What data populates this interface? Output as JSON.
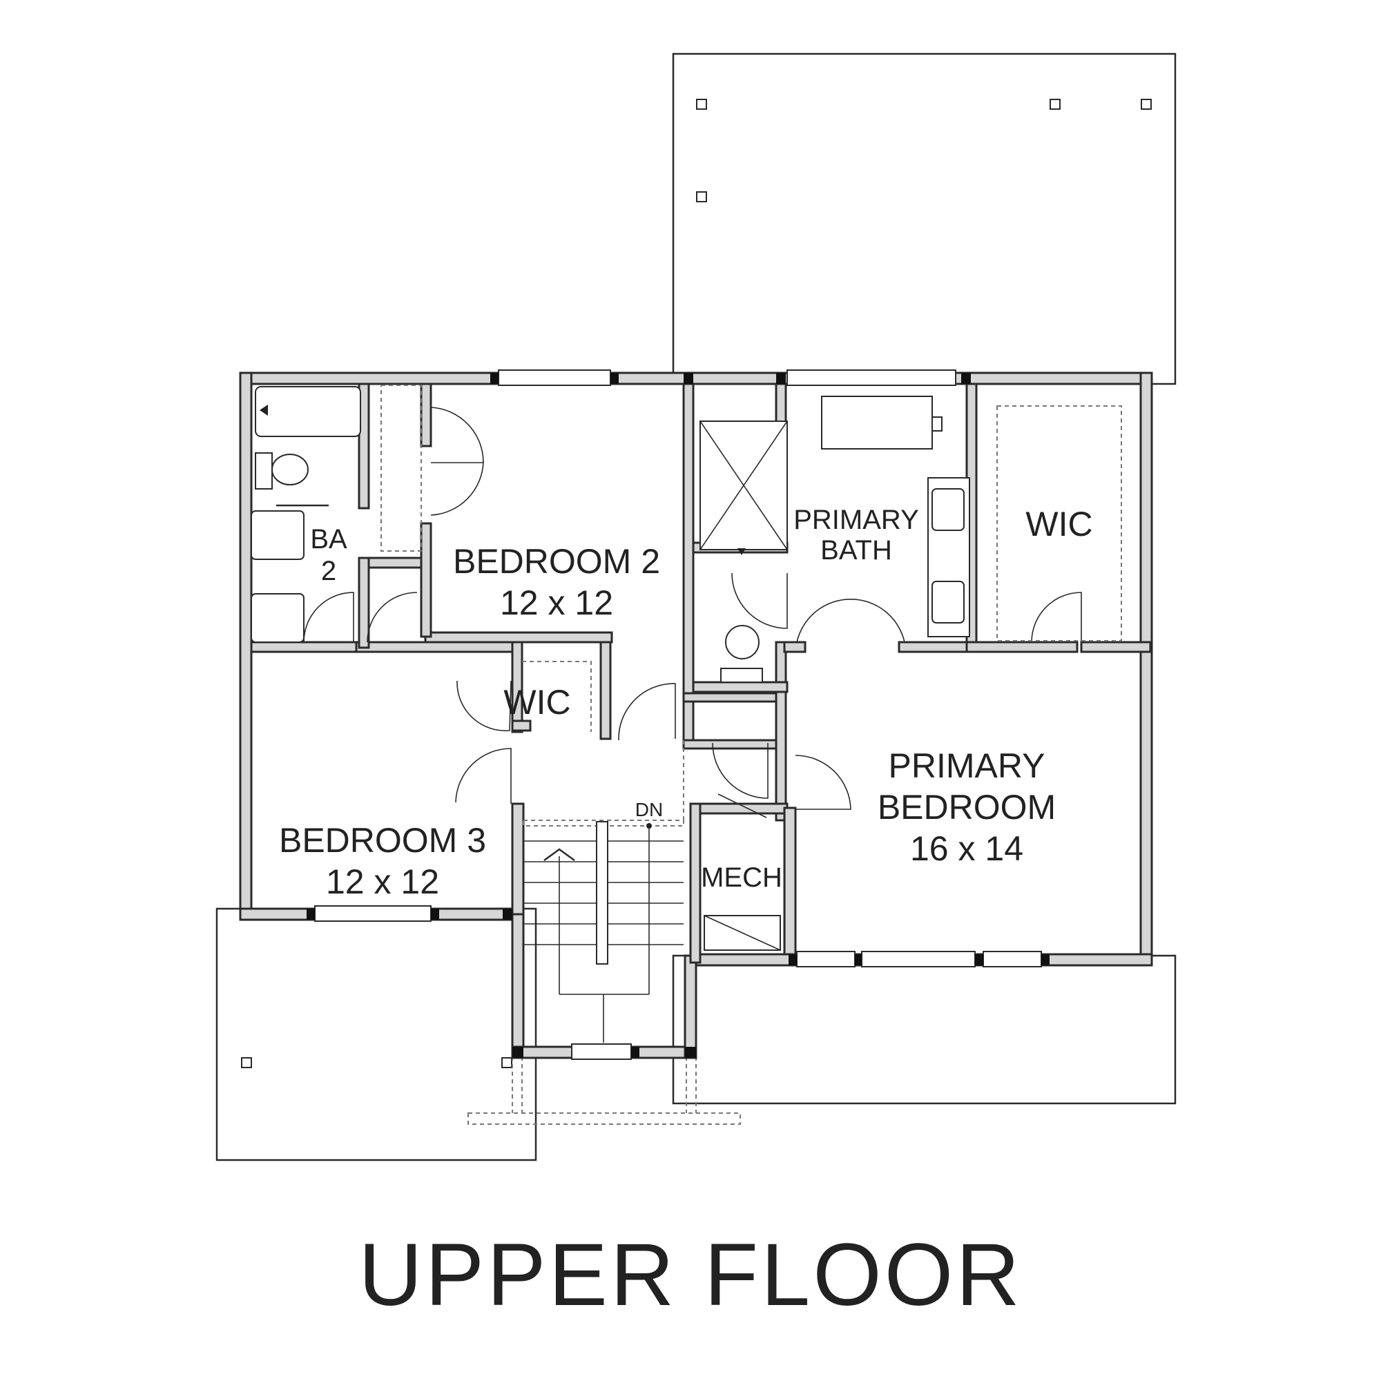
{
  "plan": {
    "title": "UPPER FLOOR",
    "rooms": [
      {
        "name": "BA",
        "size": "2"
      },
      {
        "name": "BEDROOM 2",
        "size": "12 x 12"
      },
      {
        "name": "PRIMARY",
        "size": "BATH"
      },
      {
        "name": "WIC"
      },
      {
        "name": "WIC"
      },
      {
        "name": "BEDROOM 3",
        "size": "12 x 12"
      },
      {
        "name": "MECH"
      },
      {
        "name": "PRIMARY BEDROOM",
        "size": "16 x 14"
      }
    ],
    "primary_bedroom_lines": [
      "PRIMARY",
      "BEDROOM"
    ],
    "stair_label": "DN"
  }
}
